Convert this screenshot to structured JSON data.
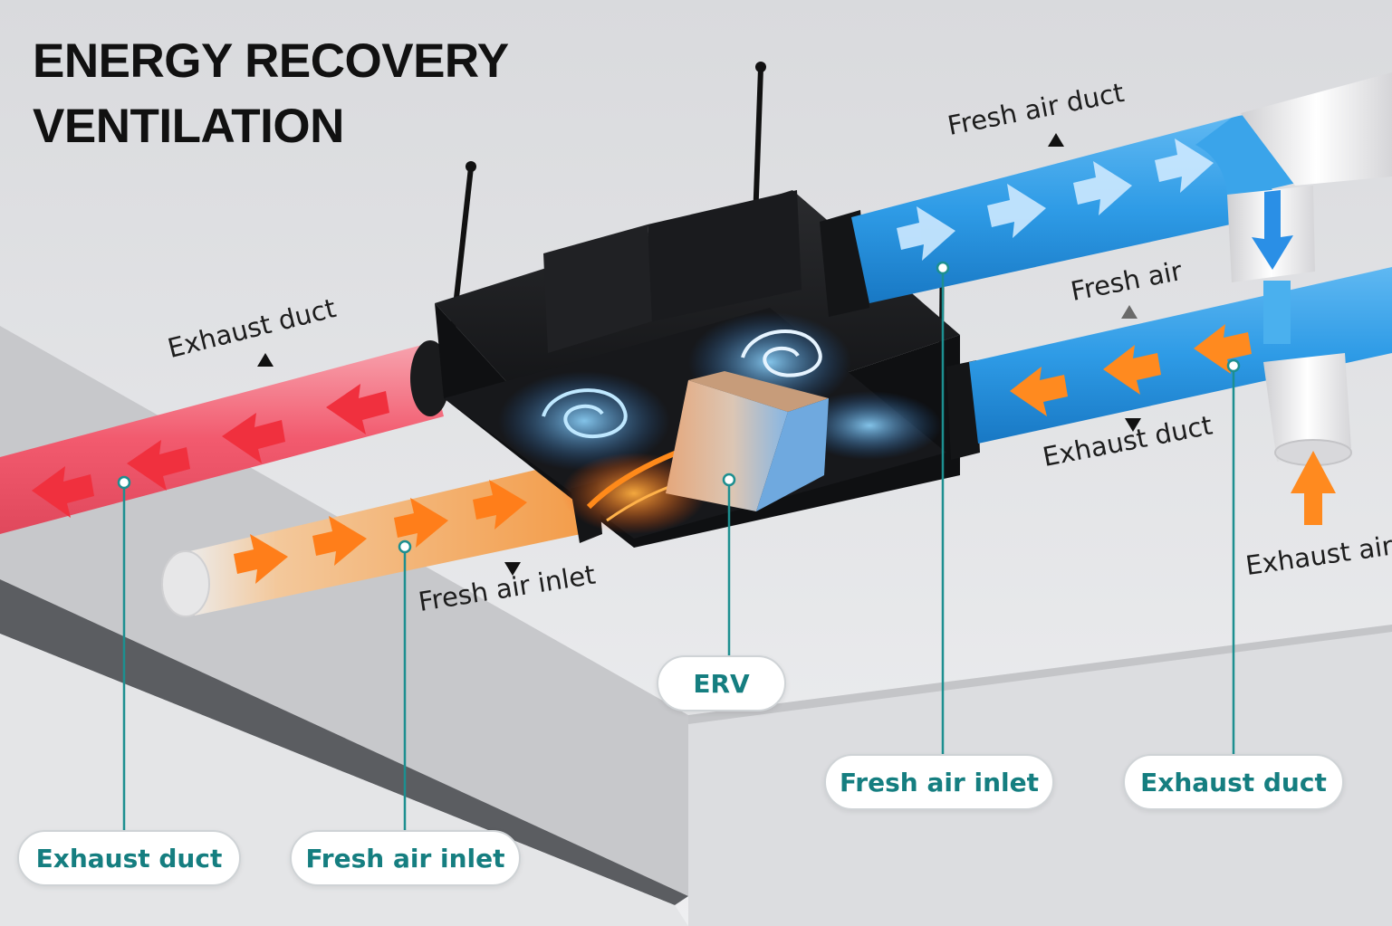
{
  "title": {
    "line1": "ENERGY RECOVERY",
    "line2": "VENTILATION"
  },
  "duct_labels": {
    "fresh_air_duct": "Fresh air duct",
    "fresh_air": "Fresh air",
    "exhaust_duct_right": "Exhaust duct",
    "exhaust_air": "Exhaust air",
    "exhaust_duct_left": "Exhaust duct",
    "fresh_air_inlet_left": "Fresh air inlet"
  },
  "callouts": {
    "exhaust_duct_left": "Exhaust duct",
    "fresh_air_inlet_left": "Fresh air inlet",
    "erv": "ERV",
    "fresh_air_inlet_right": "Fresh air inlet",
    "exhaust_duct_right": "Exhaust duct"
  },
  "colors": {
    "fresh_air": "#2e9be6",
    "exhaust_hot": "#f25a6e",
    "intake_warm": "#f5a04a",
    "arrow_red": "#f0303e",
    "arrow_orange": "#ff7e1a",
    "callout_text": "#157e80",
    "leader_line": "#1d8f90",
    "erv_body": "#141517"
  }
}
